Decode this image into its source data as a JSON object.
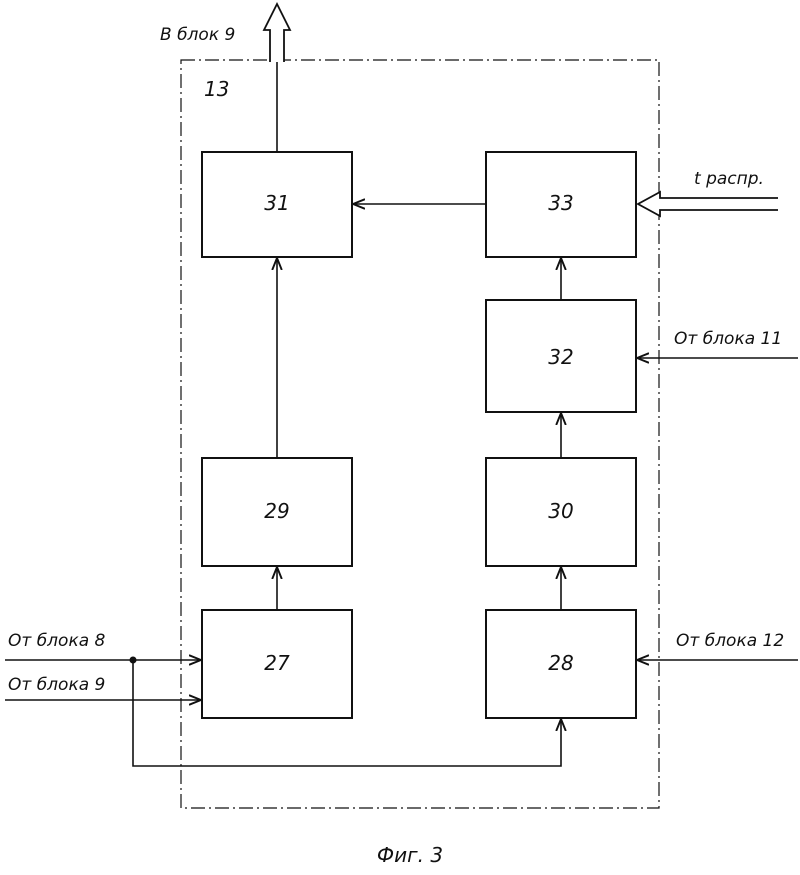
{
  "stroke_color": "#111111",
  "background": "#ffffff",
  "unit_number": "13",
  "blocks": {
    "b27": "27",
    "b28": "28",
    "b29": "29",
    "b30": "30",
    "b31": "31",
    "b32": "32",
    "b33": "33"
  },
  "signals": {
    "output_to_block_9": "В блок  9",
    "input_t_distr": "t распр.",
    "from_block_11": "От блока 11",
    "from_block_12": "От блока 12",
    "from_block_8": "От блока 8",
    "from_block_9": "От блока 9"
  },
  "caption": "Фиг. 3"
}
